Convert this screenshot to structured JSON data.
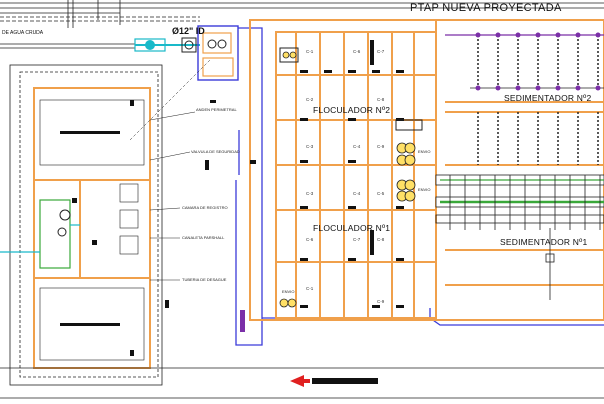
{
  "plan": {
    "project_title": "PTAP NUEVA PROYECTADA",
    "inlet_label": "DE AGUA CRUDA",
    "pipe_diameter": "Ø12\" ID",
    "units": {
      "flocculator_2": "FLOCULADOR Nº2",
      "flocculator_1": "FLOCULADOR Nº1",
      "sedimenter_2": "SEDIMENTADOR Nº2",
      "sedimenter_1": "SEDIMENTADOR Nº1"
    },
    "flocculator_cells_upper": [
      "C-1",
      "C-2",
      "C-3",
      "C-4",
      "C-5",
      "C-6",
      "C-7",
      "C-8",
      "C-9"
    ],
    "flocculator_cells_lower": [
      "C-3",
      "C-4",
      "C-5",
      "C-6",
      "C-7",
      "C-8",
      "C-9",
      "C-1"
    ],
    "valve_labels": [
      "ENVIO",
      "ENVIO",
      "ENVIO"
    ],
    "callouts": [
      "ANDEN PERIMETRAL",
      "VALVULA DE SEGURIDAD",
      "CAMARA DE REGISTRO",
      "CANALETA PARSHALL",
      "TUBERIA DE DESAGUE"
    ],
    "colors": {
      "structure": "#f0a04b",
      "pipe_blue": "#3b3bd9",
      "pipe_cyan": "#19b9c9",
      "purple": "#7b2fa8",
      "green": "#3aa83a",
      "red": "#e02020",
      "line": "#222222"
    }
  }
}
